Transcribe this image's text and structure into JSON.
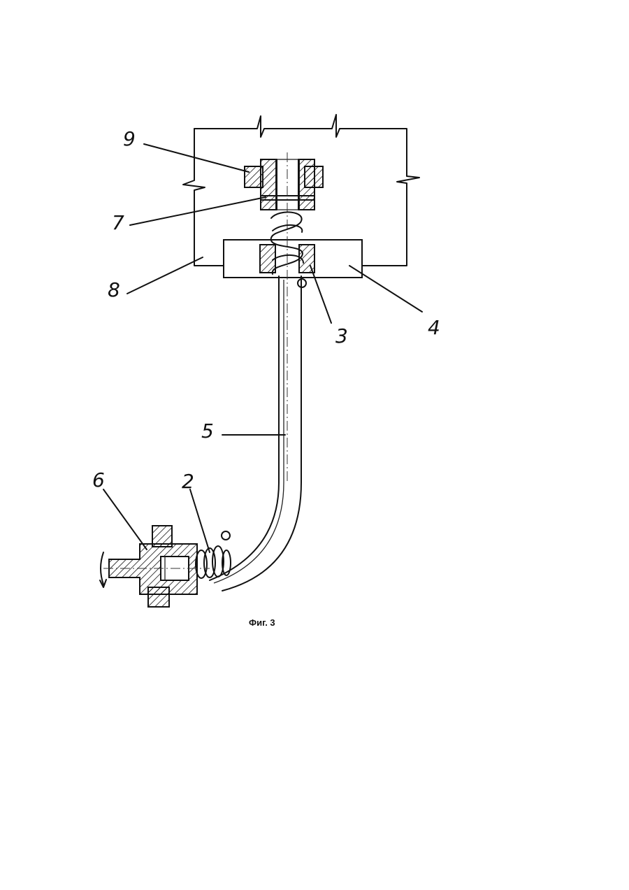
{
  "figure": {
    "caption": "Фиг. 3",
    "part_labels": [
      {
        "id": "9",
        "text": "9"
      },
      {
        "id": "7",
        "text": "7"
      },
      {
        "id": "8",
        "text": "8"
      },
      {
        "id": "3",
        "text": "3"
      },
      {
        "id": "4",
        "text": "4"
      },
      {
        "id": "5",
        "text": "5"
      },
      {
        "id": "6",
        "text": "6"
      },
      {
        "id": "2",
        "text": "2"
      }
    ]
  }
}
